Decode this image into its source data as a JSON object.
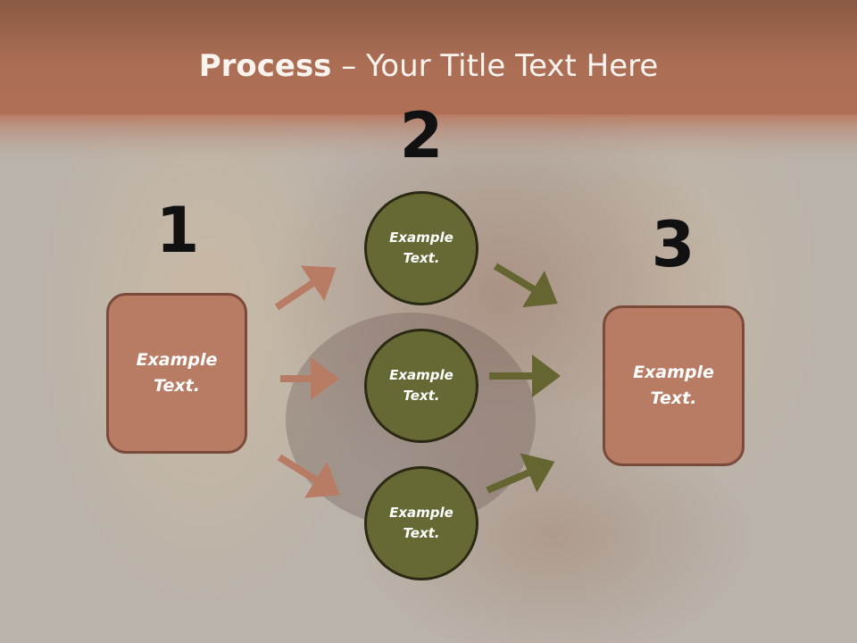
{
  "title": {
    "bold": "Process",
    "rest": " – Your Title Text Here"
  },
  "steps": {
    "one": "1",
    "two": "2",
    "three": "3"
  },
  "nodes": {
    "left_box": "Example\nText.",
    "circle_top": "Example\nText.",
    "circle_mid": "Example\nText.",
    "circle_bot": "Example\nText.",
    "right_box": "Example\nText."
  },
  "colors": {
    "header": "#a86b53",
    "box_fill": "#b87c65",
    "circle_fill": "#676935",
    "arrow_left": "#b87c65",
    "arrow_right": "#656532"
  }
}
